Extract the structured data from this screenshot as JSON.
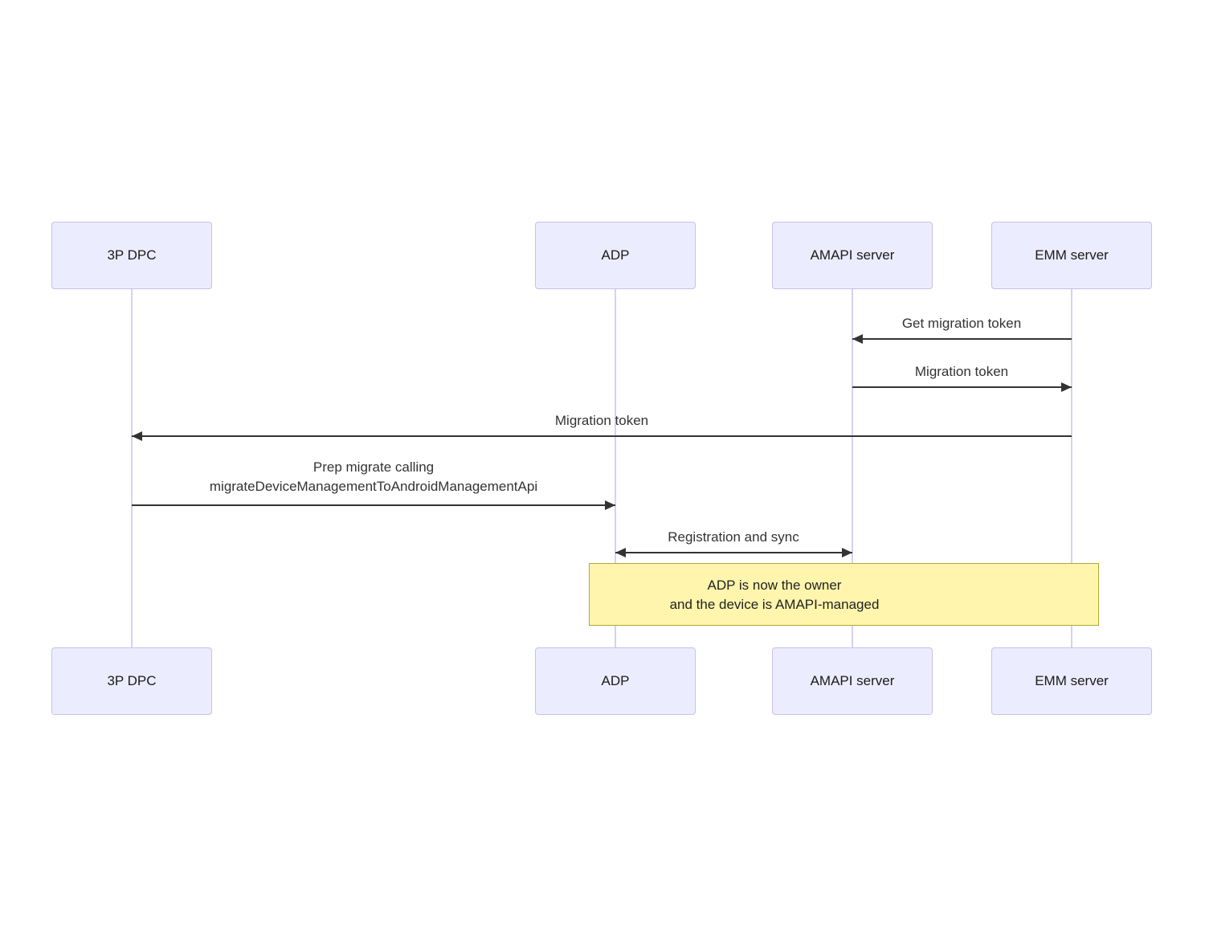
{
  "diagram": {
    "type": "sequence",
    "actors": [
      {
        "id": "3p-dpc",
        "label": "3P DPC"
      },
      {
        "id": "adp",
        "label": "ADP"
      },
      {
        "id": "amapi-server",
        "label": "AMAPI server"
      },
      {
        "id": "emm-server",
        "label": "EMM server"
      }
    ],
    "messages": [
      {
        "from": "EMM server",
        "to": "AMAPI server",
        "label": "Get migration token",
        "arrow": "solid",
        "direction": "left"
      },
      {
        "from": "AMAPI server",
        "to": "EMM server",
        "label": "Migration token",
        "arrow": "solid",
        "direction": "right"
      },
      {
        "from": "EMM server",
        "to": "3P DPC",
        "label": "Migration token",
        "arrow": "solid",
        "direction": "left"
      },
      {
        "from": "3P DPC",
        "to": "ADP",
        "label": "Prep migrate calling\nmigrateDeviceManagementToAndroidManagementApi",
        "arrow": "solid",
        "direction": "right"
      },
      {
        "from": "ADP",
        "to": "AMAPI server",
        "label": "Registration and sync",
        "arrow": "solid",
        "direction": "both"
      }
    ],
    "note": {
      "text": "ADP is now the owner\nand the device is AMAPI-managed",
      "over": [
        "ADP",
        "EMM server"
      ]
    },
    "colors": {
      "actor_fill": "#ececff",
      "actor_border": "#c7c0ea",
      "lifeline": "#d9d0ef",
      "arrow": "#333333",
      "message_text": "#333333",
      "note_fill": "#fff5ad",
      "note_border": "#aaaa33",
      "note_text": "#222222"
    }
  }
}
